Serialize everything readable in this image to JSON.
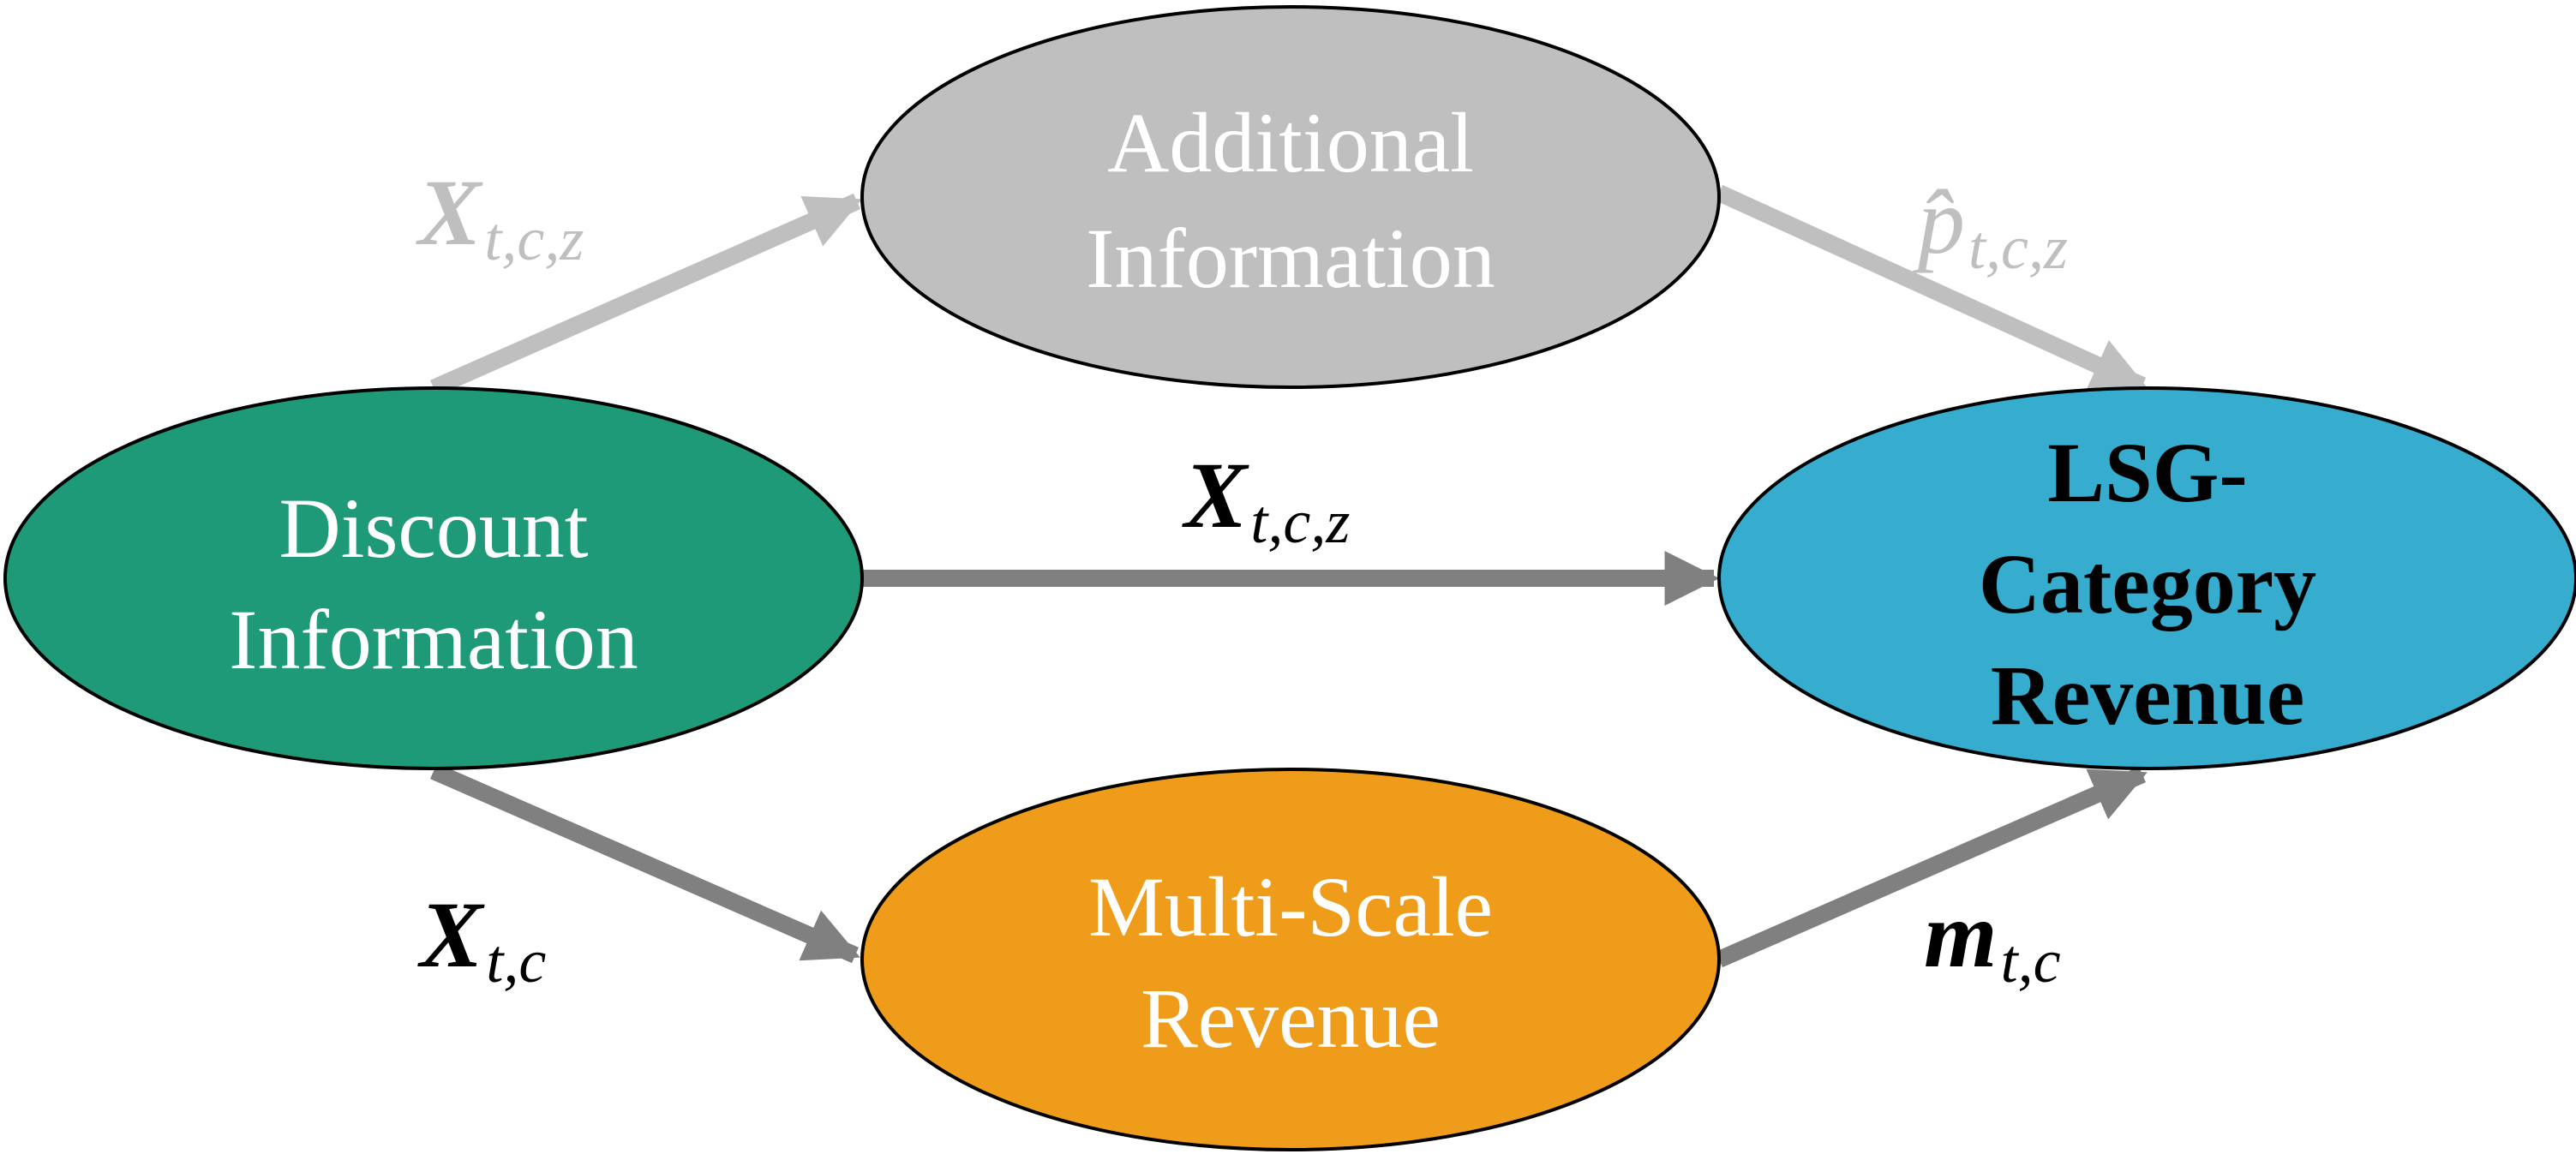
{
  "nodes": {
    "additional": {
      "line1": "Additional",
      "line2": "Information",
      "fill": "#bfbfbf",
      "text_color": "#ffffff"
    },
    "discount": {
      "line1": "Discount",
      "line2": "Information",
      "fill": "#1f9a78",
      "text_color": "#ffffff"
    },
    "lsg": {
      "line1": "LSG-",
      "line2": "Category",
      "line3": "Revenue",
      "fill": "#36accf",
      "text_color": "#000000"
    },
    "multiscale": {
      "line1": "Multi-Scale",
      "line2": "Revenue",
      "fill": "#f09c1b",
      "text_color": "#ffffff"
    }
  },
  "edges": {
    "discount_to_additional": {
      "symbol": "X",
      "subscript": "t,c,z",
      "color": "#bfbfbf"
    },
    "additional_to_lsg": {
      "symbol": "p̂",
      "subscript": "t,c,z",
      "color": "#bfbfbf"
    },
    "discount_to_lsg": {
      "symbol": "X",
      "subscript": "t,c,z",
      "color": "#000000"
    },
    "discount_to_multiscale": {
      "symbol": "X",
      "subscript": "t,c",
      "color": "#000000"
    },
    "multiscale_to_lsg": {
      "symbol": "m",
      "subscript": "t,c",
      "color": "#000000"
    }
  },
  "colors": {
    "arrow_light": "#bfbfbf",
    "arrow_dark": "#808080",
    "outline": "#000000"
  }
}
